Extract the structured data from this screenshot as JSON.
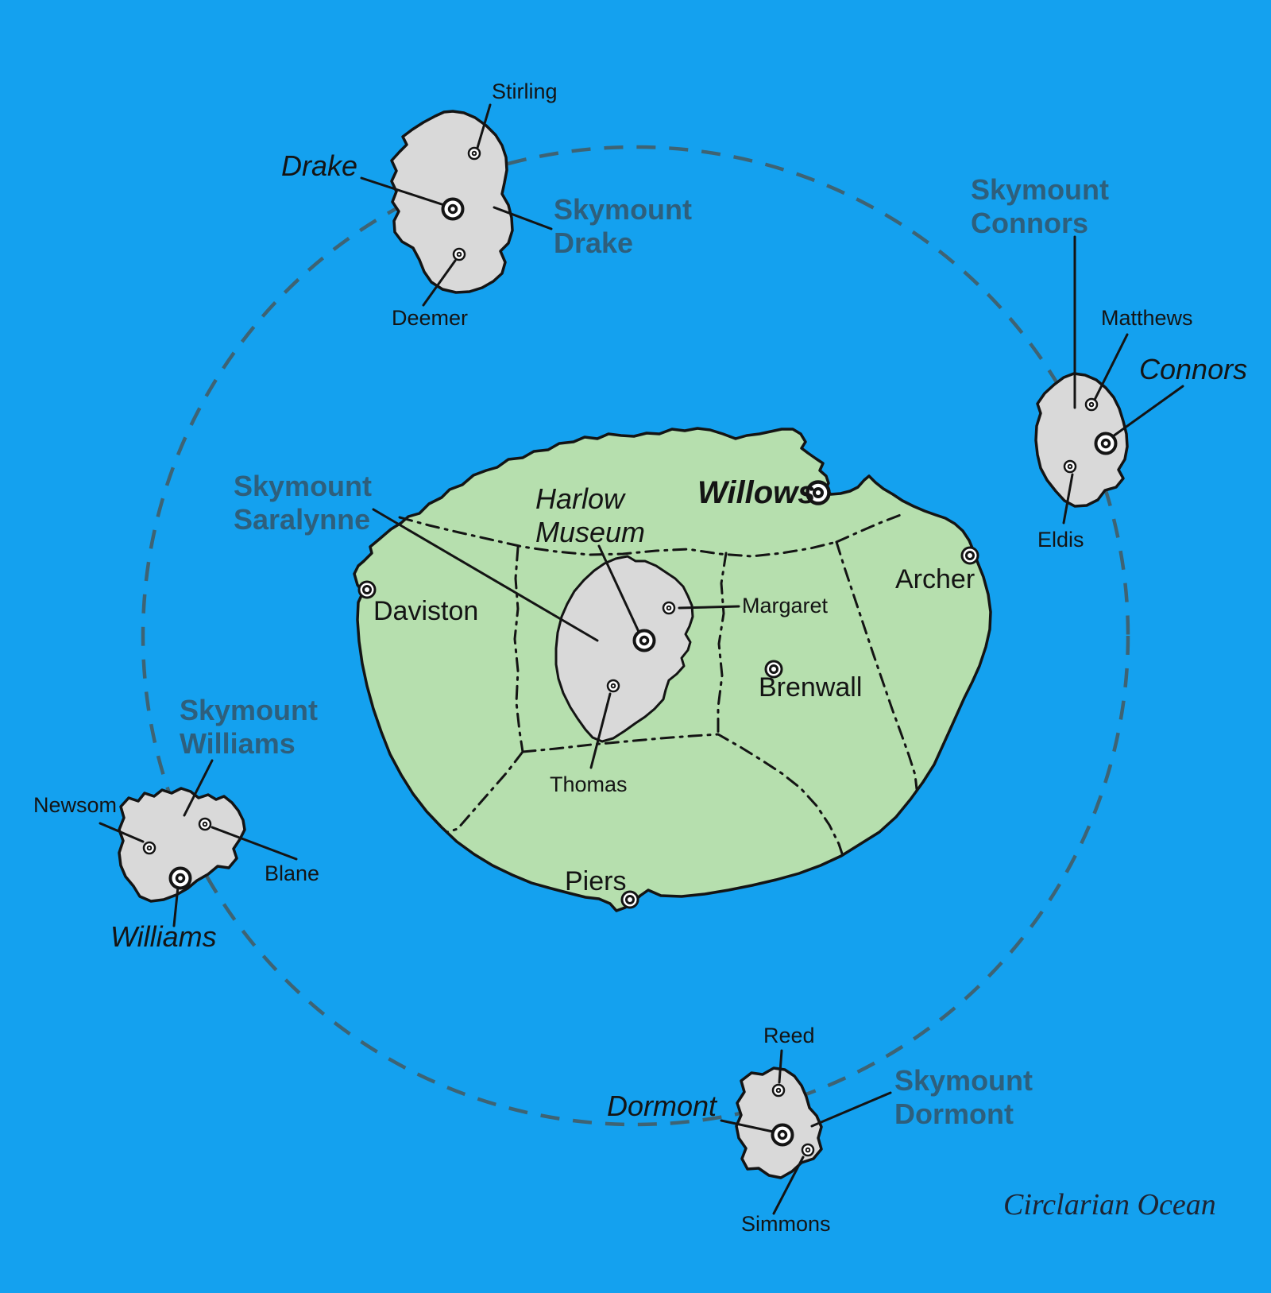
{
  "ocean": {
    "label": "Circlarian Ocean"
  },
  "colors": {
    "ocean": "#14a1ef",
    "mainland_green": "#b6dfae",
    "skymount_gray": "#d9d9d9",
    "coastline": "#141414",
    "skymount_label": "#2e5f7c",
    "route_circle": "#3e6373"
  },
  "main_island": {
    "skymount": {
      "line1": "Skymount",
      "line2": "Saralynne"
    },
    "landmark": {
      "line1": "Harlow",
      "line2": "Museum"
    },
    "capital": "Willows",
    "cities": {
      "daviston": "Daviston",
      "archer": "Archer",
      "brenwall": "Brenwall",
      "piers": "Piers",
      "margaret": "Margaret",
      "thomas": "Thomas"
    }
  },
  "outer_islands": {
    "drake": {
      "skymount_line1": "Skymount",
      "skymount_line2": "Drake",
      "capital": "Drake",
      "towns": {
        "stirling": "Stirling",
        "deemer": "Deemer"
      }
    },
    "connors": {
      "skymount_line1": "Skymount",
      "skymount_line2": "Connors",
      "capital": "Connors",
      "towns": {
        "matthews": "Matthews",
        "eldis": "Eldis"
      }
    },
    "williams": {
      "skymount_line1": "Skymount",
      "skymount_line2": "Williams",
      "capital": "Williams",
      "towns": {
        "newsom": "Newsom",
        "blane": "Blane"
      }
    },
    "dormont": {
      "skymount_line1": "Skymount",
      "skymount_line2": "Dormont",
      "capital": "Dormont",
      "towns": {
        "reed": "Reed",
        "simmons": "Simmons"
      }
    }
  }
}
